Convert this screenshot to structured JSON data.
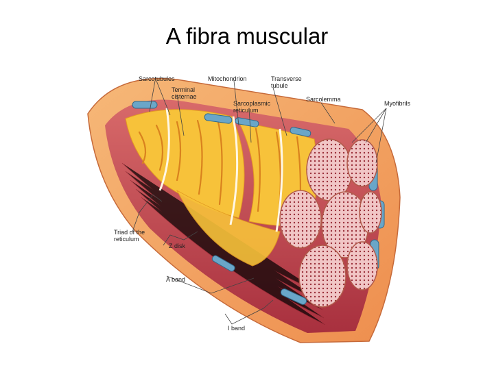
{
  "slide": {
    "title": "A fibra muscular"
  },
  "figure": {
    "labels": {
      "sarcotubules": "Sarcotubules",
      "terminal_cisternae": "Terminal\ncisternae",
      "mitochondrion": "Mitochondrion",
      "transverse_tubule": "Transverse\ntubule",
      "sarcoplasmic_reticulum": "Sarcoplasmic\nreticulum",
      "sarcolemma": "Sarcolemma",
      "myofibrils": "Myofibrils",
      "triad": "Triad of the\nreticulum",
      "z_disk": "Z disk",
      "a_band": "A band",
      "i_band": "I band"
    },
    "colors": {
      "membrane": "#f2a35c",
      "reticulum": "#f7c23a",
      "fiber": "#c0505c",
      "myofibril": "#e9b3b3",
      "mitochondria": "#6aa6c8"
    }
  }
}
